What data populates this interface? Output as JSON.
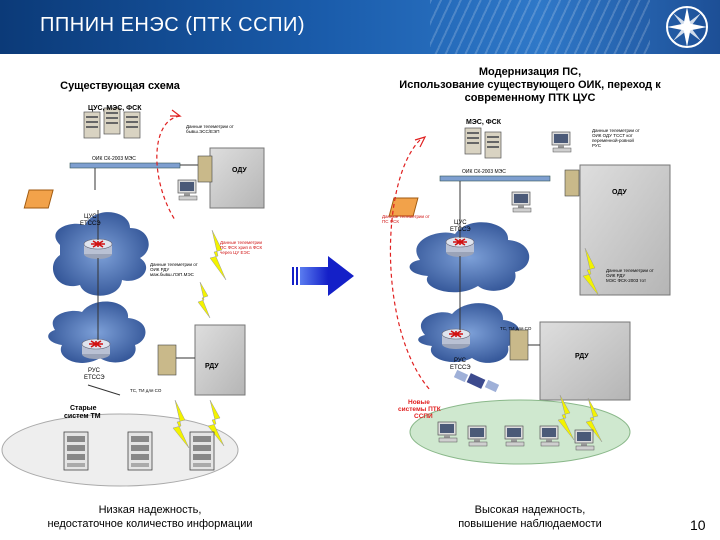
{
  "header": {
    "title": "ППНИН ЕНЭС (ПТК ССПИ)"
  },
  "left": {
    "caption": "Существующая схема",
    "labels": {
      "top_node": "ЦУС, МЭС, ФСК",
      "oik": "ОИК СК-2003 МЭС",
      "odu": "ОДУ",
      "rus1": "ЦУС\nЕТССЭ",
      "etssa": "ЕТССЭ",
      "rus2": "РУС\nЕТССЭ",
      "rdu": "РДУ",
      "old_systems": "Старые\nсистем ТМ",
      "note_top": "Данные телеметрии от\nбывш.ЭСС/ЕЭП",
      "note_mid": "Данные телеметрии\nПС ФСК хрип в ФСК\nчерез ЦУ ЕЭС",
      "note_odu": "Данные телеметрии от\nОИК РДУ\nмаж.бывш.ЛЭП.МЭС",
      "note_tc": "ТС, ТИ для СО"
    },
    "bottom_caption": "Низкая надежность,\nнедостаточное количество информации"
  },
  "right": {
    "caption": "Модернизация ПС,\nИспользование существующего ОИК, переход к\nсовременному ПТК ЦУС",
    "labels": {
      "top_node": "МЭС, ФСК",
      "oik": "ОИК СК-2003 МЭС",
      "odu": "ОДУ",
      "cus": "ЦУС\nЕТССЭ",
      "etssa": "ЕТССЭ",
      "rus": "РУС\nЕТССЭ",
      "rdu": "РДУ",
      "new_systems": "Новые\nсистемы ПТК\nССПИ",
      "note_top": "Данные телеметрии от\nОИК ОДУ ТССТ кот\nпеременной-ровной\nРУС",
      "note_left": "Данные телеметрии от\nПС ФСК",
      "note_rdu": "Данные телеметрии от\nОИК РДУ\nМЭС ФСК-2003 тот",
      "note_tc": "ТС, ТИ для СО"
    },
    "bottom_caption": "Высокая надежность,\nповышение наблюдаемости"
  },
  "page_number": "10",
  "colors": {
    "header": "#1a5cab",
    "box": "#c8c8c8",
    "cloud": "#3a62a8",
    "arrow": "#1c2bd6",
    "dash_red": "#e02020",
    "bolt": "#f3f300",
    "ellipse": "#cfe8cf"
  }
}
